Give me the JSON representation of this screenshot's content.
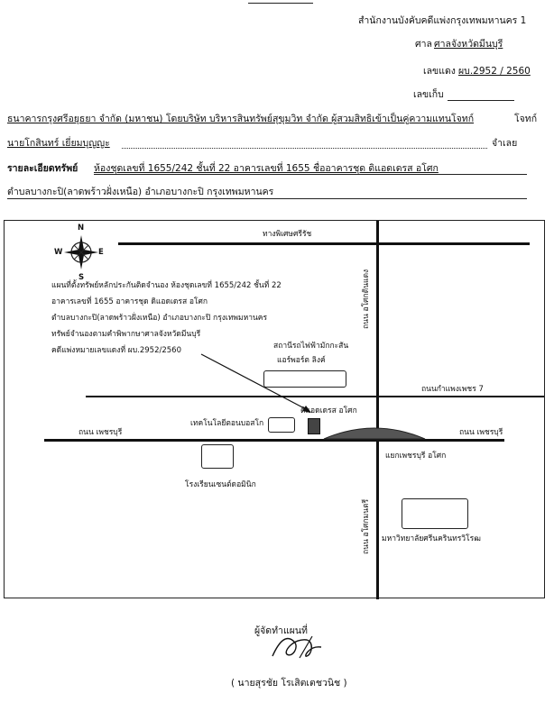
{
  "header": {
    "office": "สำนักงานบังคับคดีแพ่งกรุงเทพมหานคร 1",
    "court_label": "ศาล",
    "court_value": "ศาลจังหวัดมีนบุรี",
    "redcase_label": "เลขแดง",
    "redcase_value": "ผบ.2952 / 2560",
    "storage_label": "เลขเก็บ"
  },
  "parties": {
    "plaintiff": "ธนาคารกรุงศรีอยุธยา จำกัด (มหาชน)  โดยบริษัท บริหารสินทรัพย์สุขุมวิท จำกัด  ผู้สวมสิทธิเข้าเป็นคู่ความแทนโจทก์",
    "plaintiff_suffix": "โจทก์",
    "defendant": "นายโกสินทร์  เยี่ยมบุญญะ",
    "defendant_suffix": "จำเลย"
  },
  "property": {
    "label": "รายละเอียดทรัพย์",
    "line1": "ห้องชุดเลขที่ 1655/242    ชั้นที่ 22    อาคารเลขที่ 1655    ชื่ออาคารชุด ดิแอดเดรส อโศก",
    "line2": "ตำบลบางกะปิ(ลาดพร้าวฝั่งเหนือ)    อำเภอบางกะปิ    กรุงเทพมหานคร"
  },
  "map": {
    "compass": {
      "n": "N",
      "s": "S",
      "e": "E",
      "w": "W"
    },
    "roads": {
      "top": "ทางพิเศษศรีรัช",
      "asok_upper": "ถนน อโศกดินแดง",
      "kamphaeng": "ถนนกำแพงเพชร 7",
      "phetchaburi_left": "ถนน เพชรบุรี",
      "phetchaburi_right": "ถนน เพชรบุรี",
      "asok_lower": "ถนน อโศกมนตรี"
    },
    "note": [
      "แผนที่ตั้งทรัพย์หลักประกันติดจำนอง ห้องชุดเลขที่ 1655/242  ชั้นที่ 22",
      "อาคารเลขที่ 1655  อาคารชุด ดิแอดเดรส อโศก",
      "ตำบลบางกะปิ(ลาดพร้าวฝั่งเหนือ)  อำเภอบางกะปิ  กรุงเทพมหานคร",
      "ทรัพย์จำนองตามคำพิพากษาศาลจังหวัดมีนบุรี",
      "คดีแพ่งหมายเลขแดงที่ ผบ.2952/2560"
    ],
    "landmarks": {
      "airport_link_1": "สถานีรถไฟฟ้ามักกะสัน",
      "airport_link_2": "แอร์พอร์ต ลิงค์",
      "address_building": "ดิแอดเดรส อโศก",
      "tech_college": "เทคโนโลยีตอนบอสโก",
      "intersection": "แยกเพชรบุรี อโศก",
      "school": "โรงเรียนเซนต์ดอมินิก",
      "university": "มหาวิทยาลัยศรีนครินทรวิโรฒ"
    }
  },
  "signature": {
    "title": "ผู้จัดทำแผนที่",
    "name": "( นายสุรชัย  โรเสิตเตชวนิช )"
  }
}
